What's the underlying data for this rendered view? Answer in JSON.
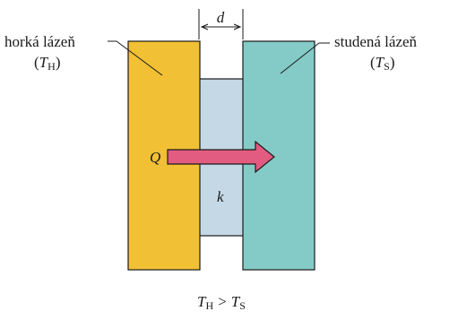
{
  "hot_bath": {
    "label": "horká lázeň",
    "symbol": "T",
    "subscript": "H",
    "color": "#F2C035"
  },
  "cold_bath": {
    "label": "studená lázeň",
    "symbol": "T",
    "subscript": "S",
    "color": "#84CBC7"
  },
  "slab": {
    "conductivity_label": "k",
    "thickness_label": "d",
    "color": "#C5D8E6"
  },
  "heat_flow": {
    "label": "Q",
    "color": "#E25C82"
  },
  "condition": {
    "left_symbol": "T",
    "left_subscript": "H",
    "operator": ">",
    "right_symbol": "T",
    "right_subscript": "S"
  }
}
